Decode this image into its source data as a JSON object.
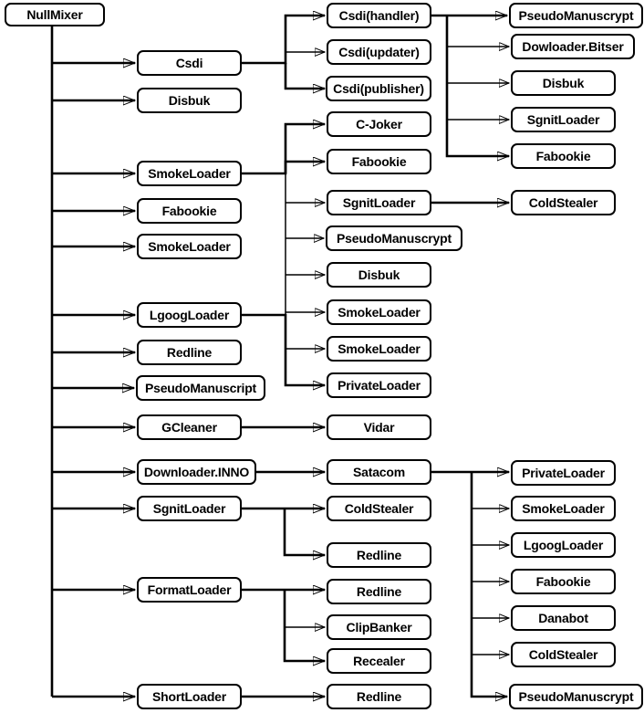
{
  "colors": {
    "background": "#ffffff",
    "line": "#000000",
    "node_fill": "#ffffff",
    "node_border": "#000000",
    "node_text": "#000000"
  },
  "diagram": {
    "nodes": [
      {
        "id": "nullmixer",
        "label": "NullMixer"
      },
      {
        "id": "csdi2",
        "label": "Csdi"
      },
      {
        "id": "disbuk2",
        "label": "Disbuk"
      },
      {
        "id": "smoke2a",
        "label": "SmokeLoader"
      },
      {
        "id": "fabookie2",
        "label": "Fabookie"
      },
      {
        "id": "smoke2b",
        "label": "SmokeLoader"
      },
      {
        "id": "lgoog2",
        "label": "LgoogLoader"
      },
      {
        "id": "redline2",
        "label": "Redline"
      },
      {
        "id": "pseudo2",
        "label": "PseudoManuscript"
      },
      {
        "id": "gcleaner2",
        "label": "GCleaner"
      },
      {
        "id": "inno2",
        "label": "Downloader.INNO"
      },
      {
        "id": "sgnit2",
        "label": "SgnitLoader"
      },
      {
        "id": "format2",
        "label": "FormatLoader"
      },
      {
        "id": "short2",
        "label": "ShortLoader"
      },
      {
        "id": "handler3",
        "label": "Csdi(handler)"
      },
      {
        "id": "updater3",
        "label": "Csdi(updater)"
      },
      {
        "id": "publisher3",
        "label": "Csdi(publisher)"
      },
      {
        "id": "cjoker3",
        "label": "C-Joker"
      },
      {
        "id": "fabookie3",
        "label": "Fabookie"
      },
      {
        "id": "sgnit3",
        "label": "SgnitLoader"
      },
      {
        "id": "pseudo3",
        "label": "PseudoManuscrypt"
      },
      {
        "id": "disbuk3",
        "label": "Disbuk"
      },
      {
        "id": "smoke3a",
        "label": "SmokeLoader"
      },
      {
        "id": "smoke3b",
        "label": "SmokeLoader"
      },
      {
        "id": "private3",
        "label": "PrivateLoader"
      },
      {
        "id": "vidar3",
        "label": "Vidar"
      },
      {
        "id": "satacom3",
        "label": "Satacom"
      },
      {
        "id": "cold3",
        "label": "ColdStealer"
      },
      {
        "id": "redline3a",
        "label": "Redline"
      },
      {
        "id": "redline3b",
        "label": "Redline"
      },
      {
        "id": "clip3",
        "label": "ClipBanker"
      },
      {
        "id": "recealer3",
        "label": "Recealer"
      },
      {
        "id": "redline3c",
        "label": "Redline"
      },
      {
        "id": "pseudo4a",
        "label": "PseudoManuscrypt"
      },
      {
        "id": "bitser4",
        "label": "Dowloader.Bitser"
      },
      {
        "id": "disbuk4",
        "label": "Disbuk"
      },
      {
        "id": "sgnit4",
        "label": "SgnitLoader"
      },
      {
        "id": "fabookie4",
        "label": "Fabookie"
      },
      {
        "id": "cold4a",
        "label": "ColdStealer"
      },
      {
        "id": "private4",
        "label": "PrivateLoader"
      },
      {
        "id": "smoke4",
        "label": "SmokeLoader"
      },
      {
        "id": "lgoog4",
        "label": "LgoogLoader"
      },
      {
        "id": "fabookie4b",
        "label": "Fabookie"
      },
      {
        "id": "danabot4",
        "label": "Danabot"
      },
      {
        "id": "cold4b",
        "label": "ColdStealer"
      },
      {
        "id": "pseudo4b",
        "label": "PseudoManuscrypt"
      }
    ],
    "edges": [
      {
        "sources": [
          "nullmixer"
        ],
        "targets": [
          "csdi2",
          "disbuk2",
          "smoke2a",
          "fabookie2",
          "smoke2b",
          "lgoog2",
          "redline2",
          "pseudo2",
          "gcleaner2",
          "inno2",
          "sgnit2",
          "format2",
          "short2"
        ]
      },
      {
        "sources": [
          "csdi2"
        ],
        "targets": [
          "handler3",
          "updater3",
          "publisher3"
        ]
      },
      {
        "sources": [
          "smoke2a",
          "lgoog2"
        ],
        "targets": [
          "cjoker3",
          "fabookie3",
          "sgnit3",
          "pseudo3",
          "disbuk3",
          "smoke3a",
          "smoke3b",
          "private3"
        ]
      },
      {
        "sources": [
          "handler3"
        ],
        "targets": [
          "pseudo4a",
          "bitser4",
          "disbuk4",
          "sgnit4",
          "fabookie4"
        ]
      },
      {
        "sources": [
          "sgnit3"
        ],
        "targets": [
          "cold4a"
        ]
      },
      {
        "sources": [
          "gcleaner2"
        ],
        "targets": [
          "vidar3"
        ]
      },
      {
        "sources": [
          "inno2"
        ],
        "targets": [
          "satacom3"
        ]
      },
      {
        "sources": [
          "sgnit2"
        ],
        "targets": [
          "cold3",
          "redline3a"
        ]
      },
      {
        "sources": [
          "format2"
        ],
        "targets": [
          "redline3b",
          "clip3",
          "recealer3"
        ]
      },
      {
        "sources": [
          "short2"
        ],
        "targets": [
          "redline3c"
        ]
      },
      {
        "sources": [
          "satacom3"
        ],
        "targets": [
          "private4",
          "smoke4",
          "lgoog4",
          "fabookie4b",
          "danabot4",
          "cold4b",
          "pseudo4b"
        ]
      }
    ]
  }
}
